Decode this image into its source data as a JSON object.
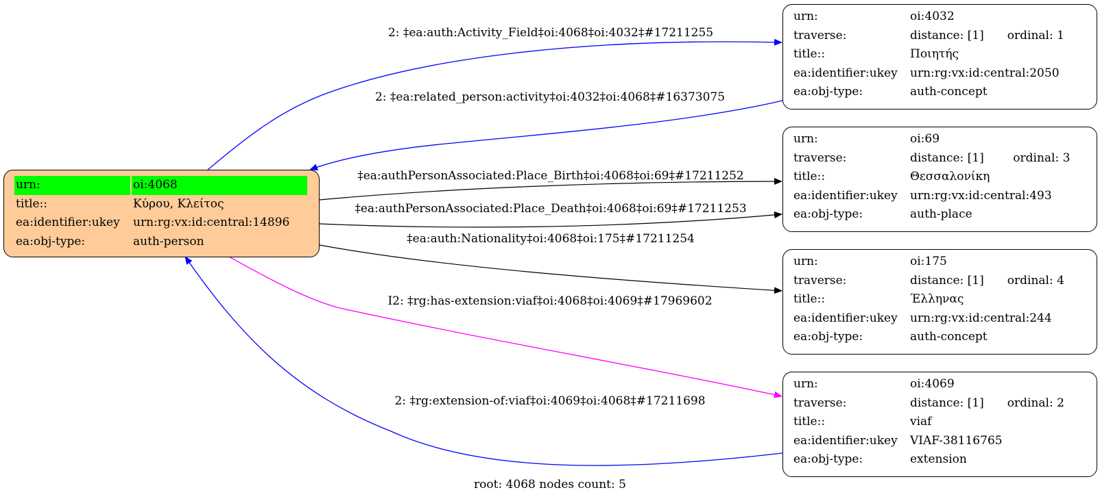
{
  "colors": {
    "root_fill": "#ffcc99",
    "highlight": "#00ff00",
    "edge_blue": "#0000ff",
    "edge_black": "#000000",
    "edge_magenta": "#ff00ff"
  },
  "root": {
    "rows": [
      {
        "key": "urn:",
        "value": "oi:4068"
      },
      {
        "key": "title::",
        "value": "Κύρου, Κλείτος"
      },
      {
        "key": "ea:identifier:ukey",
        "value": "urn:rg:vx:id:central:14896"
      },
      {
        "key": "ea:obj-type:",
        "value": "auth-person"
      }
    ]
  },
  "nodes": [
    {
      "urn": "oi:4032",
      "distance": "distance: [1]",
      "ordinal": "ordinal: 1",
      "title": "Ποιητής",
      "ukey": "urn:rg:vx:id:central:2050",
      "obj_type": "auth-concept"
    },
    {
      "urn": "oi:69",
      "distance": "distance: [1]",
      "ordinal": "ordinal: 3",
      "title": "Θεσσαλονίκη",
      "ukey": "urn:rg:vx:id:central:493",
      "obj_type": "auth-place"
    },
    {
      "urn": "oi:175",
      "distance": "distance: [1]",
      "ordinal": "ordinal: 4",
      "title": "Έλληνας",
      "ukey": "urn:rg:vx:id:central:244",
      "obj_type": "auth-concept"
    },
    {
      "urn": "oi:4069",
      "distance": "distance: [1]",
      "ordinal": "ordinal: 2",
      "title": "viaf",
      "ukey": "VIAF-38116765",
      "obj_type": "extension"
    }
  ],
  "labels": {
    "urn": "urn:",
    "traverse": "traverse:",
    "title": "title::",
    "ukey": "ea:identifier:ukey",
    "obj_type": "ea:obj-type:"
  },
  "edges": [
    {
      "label": "2: ‡ea:auth:Activity_Field‡oi:4068‡oi:4032‡#17211255",
      "color": "blue",
      "from": "oi:4068",
      "to": "oi:4032"
    },
    {
      "label": "2: ‡ea:related_person:activity‡oi:4032‡oi:4068‡#16373075",
      "color": "blue",
      "from": "oi:4032",
      "to": "oi:4068"
    },
    {
      "label": "‡ea:authPersonAssociated:Place_Birth‡oi:4068‡oi:69‡#17211252",
      "color": "black",
      "from": "oi:4068",
      "to": "oi:69"
    },
    {
      "label": "‡ea:authPersonAssociated:Place_Death‡oi:4068‡oi:69‡#17211253",
      "color": "black",
      "from": "oi:4068",
      "to": "oi:69"
    },
    {
      "label": "‡ea:auth:Nationality‡oi:4068‡oi:175‡#17211254",
      "color": "black",
      "from": "oi:4068",
      "to": "oi:175"
    },
    {
      "label": "I2: ‡rg:has-extension:viaf‡oi:4068‡oi:4069‡#17969602",
      "color": "magenta",
      "from": "oi:4068",
      "to": "oi:4069"
    },
    {
      "label": "2: ‡rg:extension-of:viaf‡oi:4069‡oi:4068‡#17211698",
      "color": "blue",
      "from": "oi:4069",
      "to": "oi:4068"
    }
  ],
  "footer": "root: 4068 nodes count: 5"
}
